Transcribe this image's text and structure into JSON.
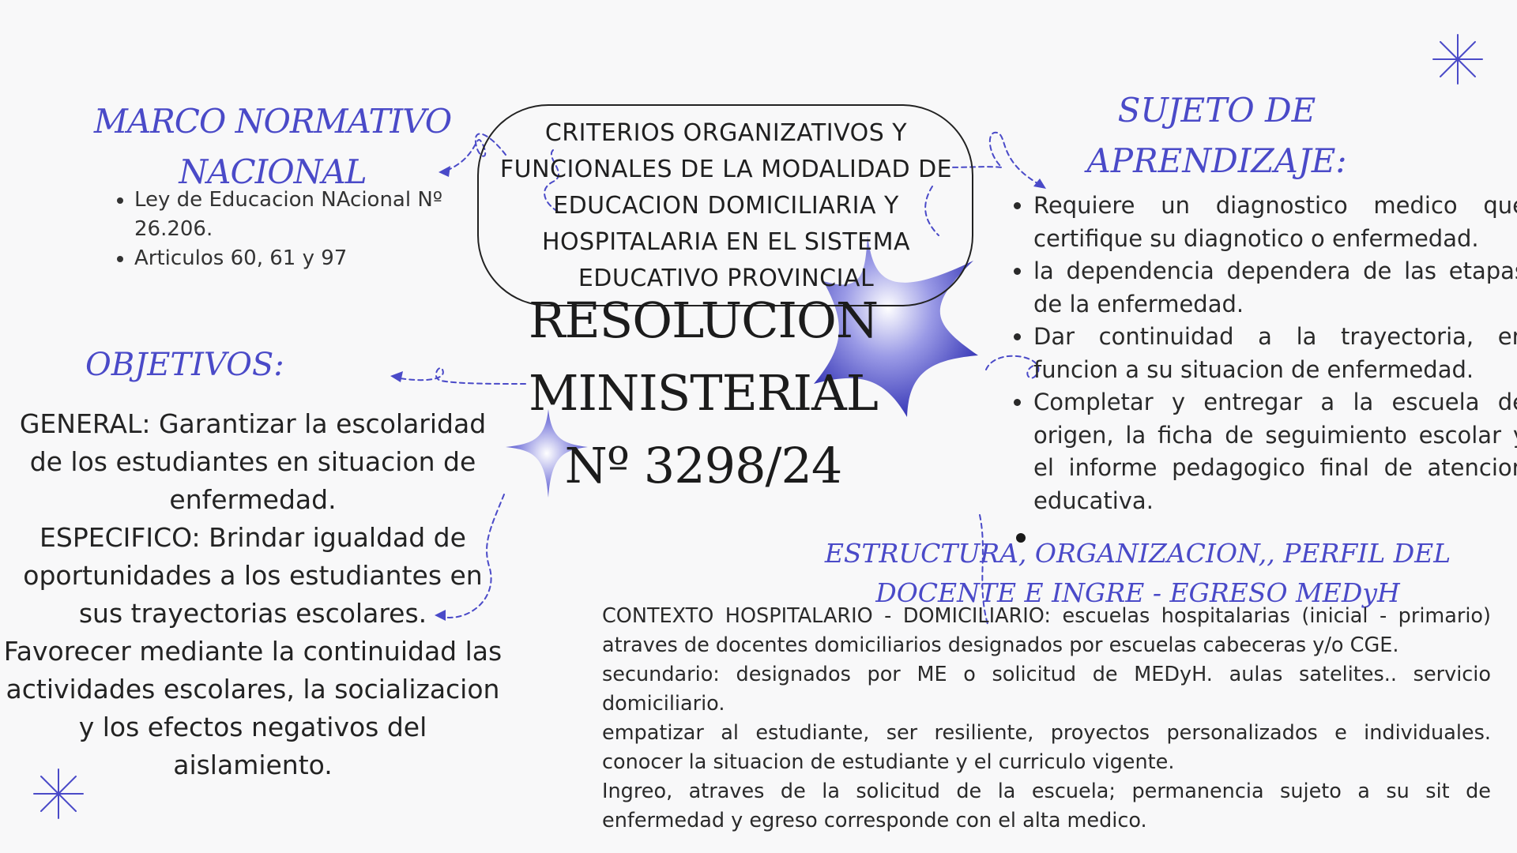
{
  "marco": {
    "title": "MARCO NORMATIVO NACIONAL",
    "items": [
      "Ley de Educacion NAcional Nº 26.206.",
      "Articulos 60, 61 y 97"
    ]
  },
  "center": {
    "title": "CRITERIOS ORGANIZATIVOS Y FUNCIONALES DE LA MODALIDAD DE EDUCACION DOMICILIARIA Y HOSPITALARIA EN EL SISTEMA EDUCATIVO PROVINCIAL",
    "resolucion": "RESOLUCION MINISTERIAL Nº 3298/24"
  },
  "sujeto": {
    "title": "SUJETO DE APRENDIZAJE:",
    "items": [
      "Requiere un diagnostico medico que certifique su diagnotico o enfermedad.",
      "la dependencia dependera de las etapas de la enfermedad.",
      "Dar continuidad a la trayectoria, en funcion a su situacion de enfermedad.",
      "Completar y entregar a la escuela de origen, la ficha de seguimiento escolar y el informe pedagogico final de atencion educativa."
    ]
  },
  "objetivos": {
    "title": "OBJETIVOS:",
    "general": "GENERAL: Garantizar la escolaridad de los estudiantes en situacion de enfermedad.",
    "especifico": "ESPECIFICO: Brindar igualdad de oportunidades a los estudiantes en sus trayectorias escolares.",
    "favorecer": "Favorecer mediante la continuidad las actividades escolares, la socializacion y los efectos negativos del aislamiento."
  },
  "estructura": {
    "title": "ESTRUCTURA, ORGANIZACION,, PERFIL DEL DOCENTE E INGRE - EGRESO MEDyH",
    "paragraphs": [
      "CONTEXTO HOSPITALARIO - DOMICILIARIO: escuelas hospitalarias (inicial - primario) atraves de docentes domiciliarios designados por escuelas cabeceras y/o CGE.",
      "secundario: designados por ME o solicitud de MEDyH. aulas satelites.. servicio domiciliario.",
      "empatizar al estudiante, ser resiliente, proyectos personalizados e individuales. conocer la situacion de estudiante y el curriculo vigente.",
      "Ingreo, atraves de la solicitud de la escuela; permanencia sujeto a su sit de enfermedad y egreso corresponde con el alta medico."
    ]
  },
  "colors": {
    "accent": "#4a4ac8",
    "star": "#3a3ab8",
    "background": "#f8f8f9"
  }
}
